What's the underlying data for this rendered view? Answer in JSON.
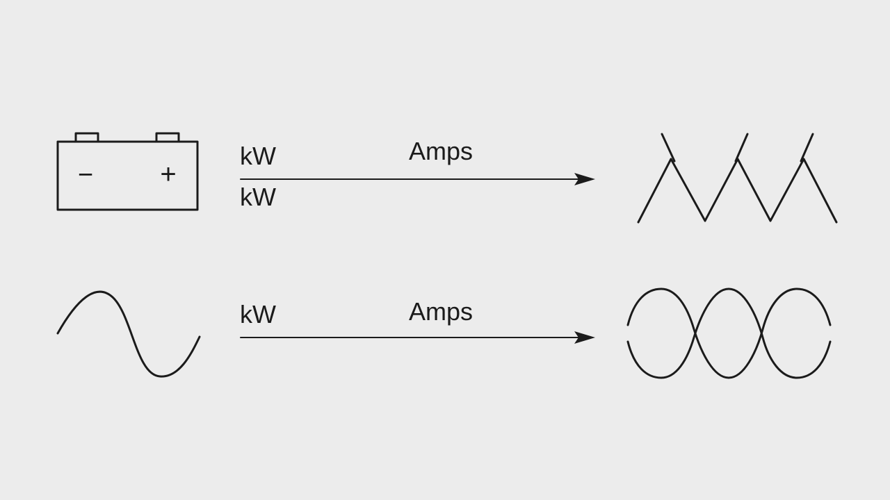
{
  "dc_row": {
    "source_symbol": "battery",
    "battery": {
      "negative_sign": "−",
      "positive_sign": "+"
    },
    "label_top": "kW",
    "label_bottom": "kW",
    "arrow_label": "Amps",
    "output_symbol": "zigzag-waveform"
  },
  "ac_row": {
    "source_symbol": "sine-wave",
    "label": "kW",
    "arrow_label": "Amps",
    "output_symbol": "interlaced-sine-waves"
  },
  "colors": {
    "background": "#ececec",
    "line": "#1b1b1b"
  }
}
